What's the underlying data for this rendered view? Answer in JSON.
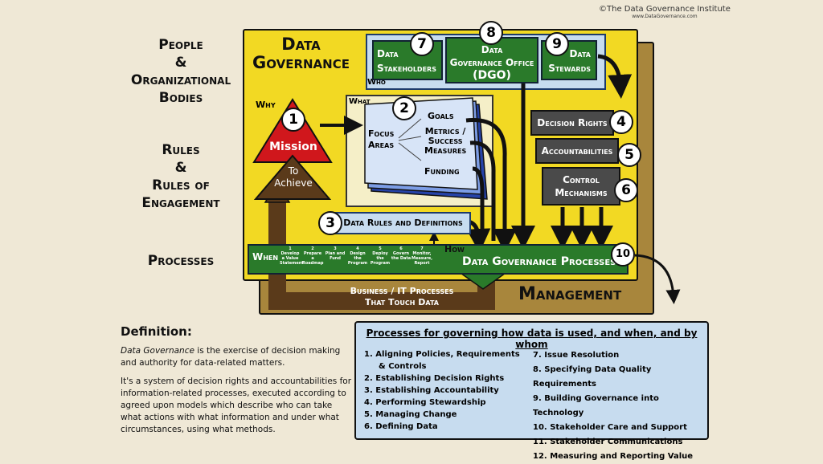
{
  "copyright": "©The Data Governance Institute",
  "copyright_url": "www.DataGovernance.com",
  "left_labels": {
    "people": [
      "People",
      "&",
      "Organizational",
      "Bodies"
    ],
    "rules": [
      "Rules",
      "&",
      "Rules of",
      "Engagement"
    ],
    "processes": "Processes"
  },
  "main_title": [
    "Data",
    "Governance"
  ],
  "why": "Why",
  "what": "What",
  "who": "Who",
  "when": "When",
  "how": "How",
  "mission": "Mission",
  "to_achieve": [
    "To",
    "Achieve"
  ],
  "who_boxes": {
    "stakeholders": [
      "Data",
      "Stakeholders"
    ],
    "dgo": [
      "Data",
      "Governance Office",
      "(DGO)"
    ],
    "stewards": [
      "Data",
      "Stewards"
    ]
  },
  "focus_areas": [
    "Focus",
    "Areas"
  ],
  "what_items": [
    "Goals",
    "Metrics /",
    "Success",
    "Measures",
    "Funding"
  ],
  "data_rules": "Data Rules and Definitions",
  "decision_rights": "Decision Rights",
  "accountabilities": "Accountabilities",
  "control_mechanisms": [
    "Control",
    "Mechanisms"
  ],
  "dg_processes": "Data Governance Processes",
  "steps": [
    {
      "n": "1",
      "t": "Develop a Value Statement"
    },
    {
      "n": "2",
      "t": "Prepare a Roadmap"
    },
    {
      "n": "3",
      "t": "Plan and Fund"
    },
    {
      "n": "4",
      "t": "Design the Program"
    },
    {
      "n": "5",
      "t": "Deploy the Program"
    },
    {
      "n": "6",
      "t": "Govern the Data"
    },
    {
      "n": "7",
      "t": "Monitor, Measure, Report"
    }
  ],
  "business_it": [
    "Business / IT Processes",
    "That Touch Data"
  ],
  "management": "Management",
  "numbers": [
    "1",
    "2",
    "3",
    "4",
    "5",
    "6",
    "7",
    "8",
    "9",
    "10"
  ],
  "definition": {
    "heading": "Definition:",
    "term": "Data Governance",
    "p1_rest": " is the exercise of decision making and authority for data-related matters.",
    "p2": "It's a system of decision rights and accountabilities for information-related processes, executed according to agreed upon models which describe who can take what actions with what information and under what circumstances, using what methods."
  },
  "processes_box": {
    "title": "Processes for governing how data is used, and when, and by whom",
    "left": [
      "1. Aligning Policies, Requirements",
      "& Controls",
      "2. Establishing Decision Rights",
      "3. Establishing Accountability",
      "4. Performing Stewardship",
      "5. Managing Change",
      "6. Defining Data"
    ],
    "right": [
      "7. Issue Resolution",
      "8. Specifying Data Quality Requirements",
      "9. Building Governance into Technology",
      "10. Stakeholder Care and Support",
      "11. Stakeholder Communications",
      "12. Measuring and Reporting Value"
    ]
  },
  "colors": {
    "yellow": "#f2d923",
    "brown": "#a8863c",
    "green": "#2a7a2a",
    "blue": "#c7dcef",
    "red": "#d0171c"
  }
}
